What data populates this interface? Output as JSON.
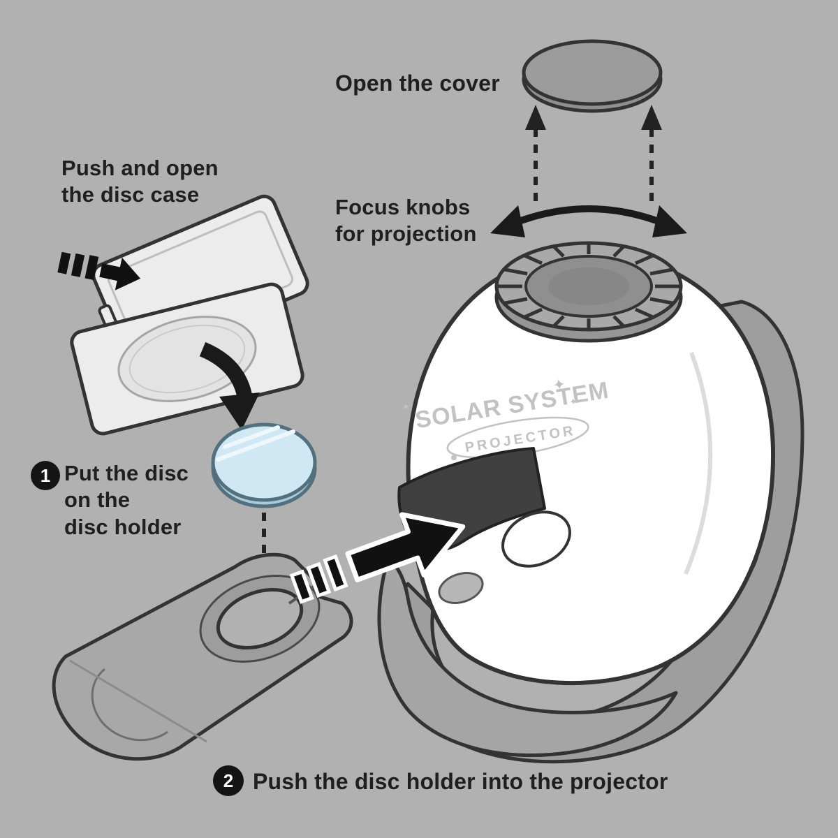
{
  "labels": {
    "open_cover": "Open the cover",
    "focus_knobs": "Focus knobs\nfor projection",
    "push_open_case": "Push and open\nthe disc case",
    "step1": {
      "number": "1",
      "text": "Put the disc\non the\ndisc holder"
    },
    "step2": {
      "number": "2",
      "text": "Push the disc holder into the projector"
    }
  },
  "device": {
    "brand_line1": "SOLAR SYSTEM",
    "brand_line2": "PROJECTOR",
    "sparkle": "✦"
  },
  "colors": {
    "background": "#b1b1b1",
    "outline": "#333333",
    "projector_body": "#ffffff",
    "stand_gray": "#9e9e9e",
    "dial_gray": "#a9a9a9",
    "dial_inner_gray": "#8f8f8f",
    "case_gray": "#ececec",
    "holder_gray": "#a8a8a8",
    "disc_blue": "#cfe8f4",
    "disc_blue_edge": "#53707e",
    "slot_dark": "#404040",
    "brand_gray": "#c2c2c2",
    "arrow_black": "#111111",
    "text": "#1f1f1f"
  }
}
